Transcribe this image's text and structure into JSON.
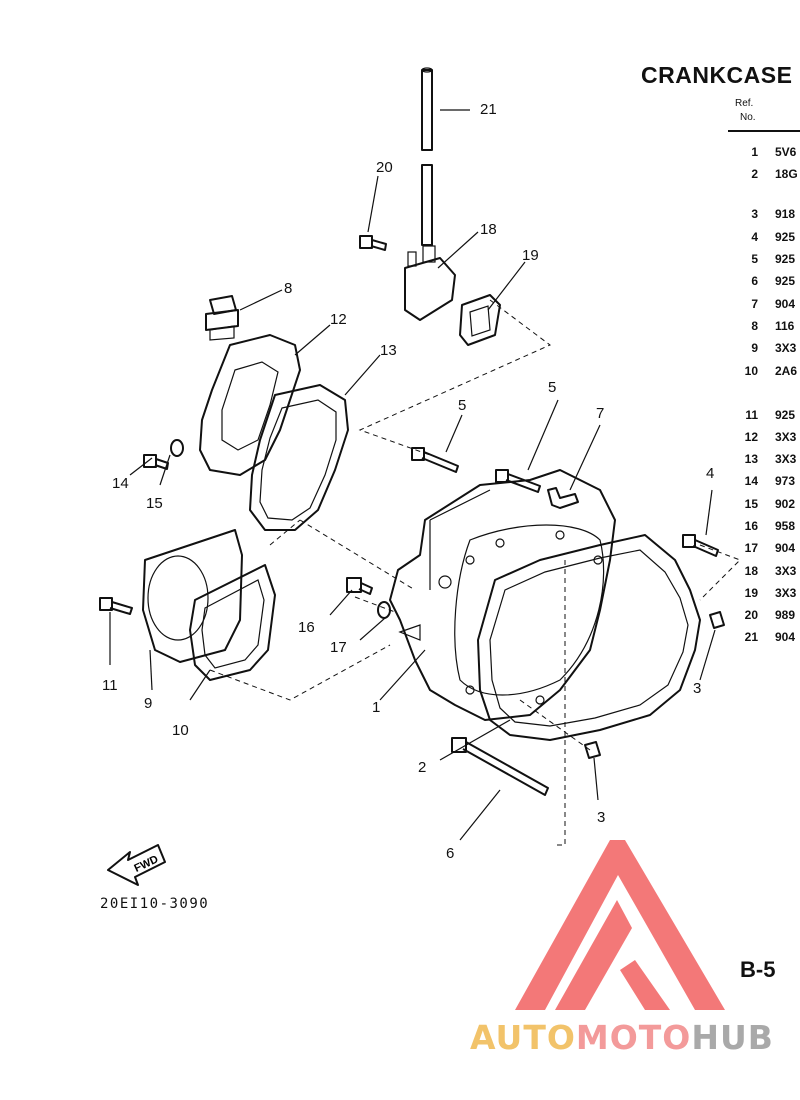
{
  "header": {
    "title": "CRANKCASE",
    "ref_label_1": "Ref.",
    "ref_label_2": "No."
  },
  "parts_list": [
    {
      "ref": "1",
      "part": "5V6"
    },
    {
      "ref": "2",
      "part": "18G"
    },
    {
      "ref": "3",
      "part": "918"
    },
    {
      "ref": "4",
      "part": "925"
    },
    {
      "ref": "5",
      "part": "925"
    },
    {
      "ref": "6",
      "part": "925"
    },
    {
      "ref": "7",
      "part": "904"
    },
    {
      "ref": "8",
      "part": "116"
    },
    {
      "ref": "9",
      "part": "3X3"
    },
    {
      "ref": "10",
      "part": "2A6"
    },
    {
      "ref": "11",
      "part": "925"
    },
    {
      "ref": "12",
      "part": "3X3"
    },
    {
      "ref": "13",
      "part": "3X3"
    },
    {
      "ref": "14",
      "part": "973"
    },
    {
      "ref": "15",
      "part": "902"
    },
    {
      "ref": "16",
      "part": "958"
    },
    {
      "ref": "17",
      "part": "904"
    },
    {
      "ref": "18",
      "part": "3X3"
    },
    {
      "ref": "19",
      "part": "3X3"
    },
    {
      "ref": "20",
      "part": "989"
    },
    {
      "ref": "21",
      "part": "904"
    }
  ],
  "callouts": {
    "c1": "1",
    "c2": "2",
    "c3a": "3",
    "c3b": "3",
    "c4": "4",
    "c5a": "5",
    "c5b": "5",
    "c6": "6",
    "c7": "7",
    "c8": "8",
    "c9": "9",
    "c10": "10",
    "c11": "11",
    "c12": "12",
    "c13": "13",
    "c14": "14",
    "c15": "15",
    "c16": "16",
    "c17": "17",
    "c18": "18",
    "c19": "19",
    "c20": "20",
    "c21": "21"
  },
  "fwd_label": "FWD",
  "diagram_code": "20EI10-3090",
  "page_code": "B-5",
  "watermark": {
    "brand_part1": "AUTO",
    "brand_part2": "MOTO",
    "brand_part3": "HUB",
    "logo_color": "#f05a5a"
  }
}
